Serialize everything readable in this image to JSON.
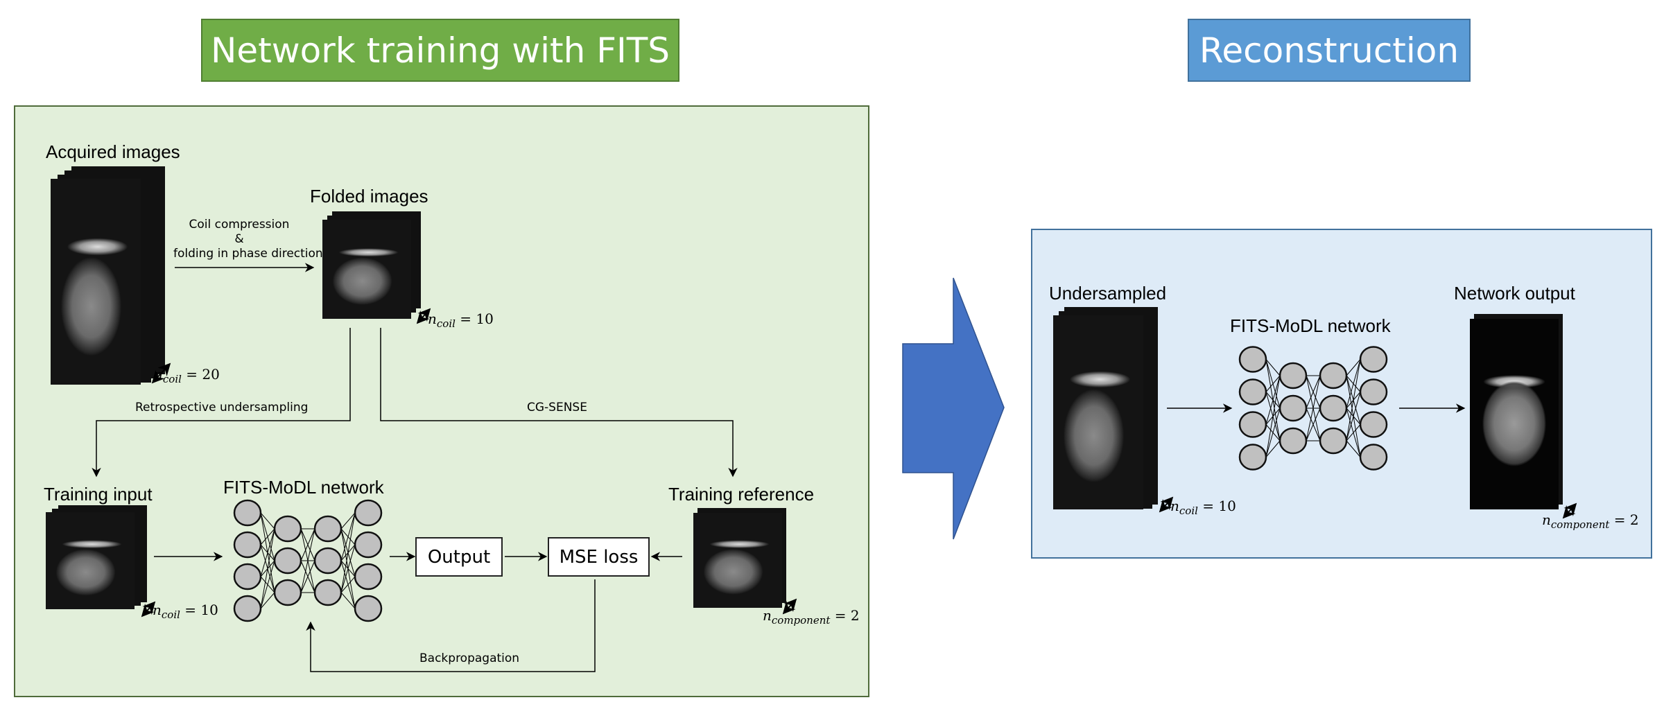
{
  "titles": {
    "training": "Network training with FITS",
    "reconstruction": "Reconstruction"
  },
  "colors": {
    "training_header": "#70ad47",
    "training_panel": "#e2efda",
    "reconstruction_header": "#5b9bd5",
    "reconstruction_panel": "#deebf7",
    "transition_arrow": "#4472c4",
    "node_fill": "#c0c0c0"
  },
  "training": {
    "acquired_images": {
      "label": "Acquired images",
      "dim_var": "n",
      "dim_sub": "coil",
      "dim_value": "20"
    },
    "folded_images": {
      "label": "Folded images",
      "dim_var": "n",
      "dim_sub": "coil",
      "dim_value": "10"
    },
    "step_coil_compression": {
      "line1": "Coil compression",
      "line2": "&",
      "line3": "folding in phase direction"
    },
    "step_retrospective": "Retrospective undersampling",
    "step_cg_sense": "CG-SENSE",
    "training_input": {
      "label": "Training input",
      "dim_var": "n",
      "dim_sub": "coil",
      "dim_value": "10"
    },
    "network": {
      "label": "FITS-MoDL network",
      "layers": [
        4,
        3,
        3,
        4
      ]
    },
    "output_box": "Output",
    "mse_box": "MSE loss",
    "training_reference": {
      "label": "Training reference",
      "dim_var": "n",
      "dim_sub": "component",
      "dim_value": "2"
    },
    "backpropagation": "Backpropagation"
  },
  "reconstruction": {
    "undersampled": {
      "label": "Undersampled",
      "dim_var": "n",
      "dim_sub": "coil",
      "dim_value": "10"
    },
    "network": {
      "label": "FITS-MoDL network",
      "layers": [
        4,
        3,
        3,
        4
      ]
    },
    "network_output": {
      "label": "Network output",
      "dim_var": "n",
      "dim_sub": "component",
      "dim_value": "2"
    }
  }
}
